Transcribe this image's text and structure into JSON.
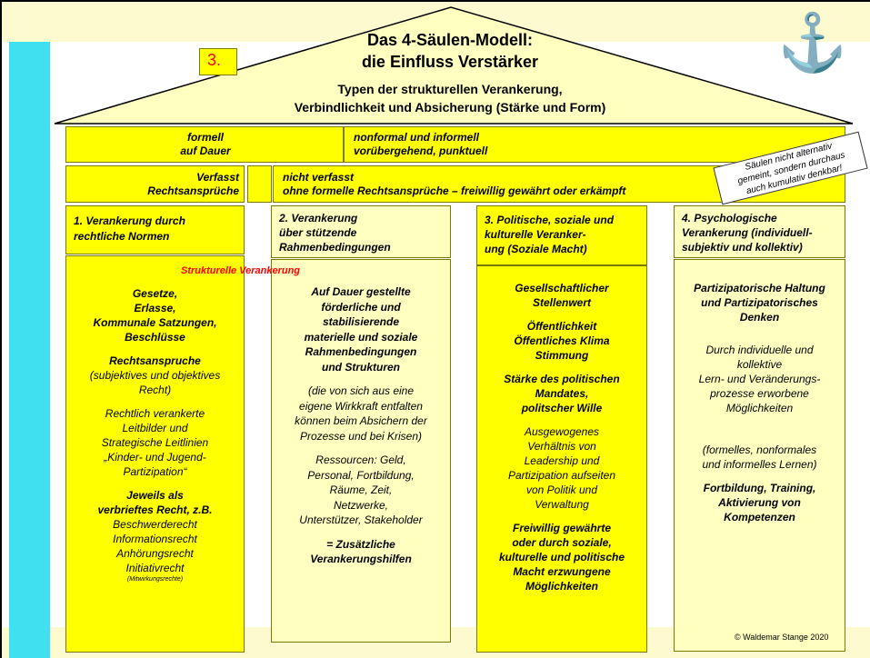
{
  "roof": {
    "number": "3.",
    "title_line1": "Das 4-Säulen-Modell:",
    "title_line2": "die Einfluss Verstärker",
    "subtitle_line1": "Typen der strukturellen Verankerung,",
    "subtitle_line2": "Verbindlichkeit und Absicherung (Stärke und Form)",
    "anchor_glyph": "⚓"
  },
  "row1": {
    "left_line1": "formell",
    "left_line2": "auf Dauer",
    "right_line1": "nonformal und informell",
    "right_line2": "vorübergehend, punktuell"
  },
  "row2": {
    "left_line1": "Verfasst",
    "left_line2": "Rechtsansprüche",
    "right_line1": "nicht verfasst",
    "right_line2": "ohne formelle Rechtsansprüche – freiwillig gewährt oder erkämpft"
  },
  "note": {
    "line1": "Säulen nicht alternativ",
    "line2": "gemeint, sondern durchaus",
    "line3": "auch kumulativ denkbar!"
  },
  "red_label": "Strukturelle Verankerung",
  "pillars": [
    {
      "header": [
        "1. Verankerung durch",
        "rechtliche Normen"
      ],
      "body": [
        {
          "text": "Gesetze,",
          "style": "bi"
        },
        {
          "text": "Erlasse,",
          "style": "bi"
        },
        {
          "text": "Kommunale Satzungen,",
          "style": "bi"
        },
        {
          "text": "Beschlüsse",
          "style": "bi"
        },
        {
          "text": "",
          "style": "gap"
        },
        {
          "text": "Rechtsanspruche",
          "style": "bi"
        },
        {
          "text": "(subjektives und objektives",
          "style": "i"
        },
        {
          "text": "Recht)",
          "style": "i"
        },
        {
          "text": "",
          "style": "gap"
        },
        {
          "text": "Rechtlich verankerte",
          "style": "i"
        },
        {
          "text": "Leitbilder und",
          "style": "i"
        },
        {
          "text": "Strategische Leitlinien",
          "style": "i"
        },
        {
          "text": "„Kinder- und Jugend-",
          "style": "i"
        },
        {
          "text": "Partizipation“",
          "style": "i"
        },
        {
          "text": "",
          "style": "gap"
        },
        {
          "text": "Jeweils als",
          "style": "bi"
        },
        {
          "text": "verbrieftes Recht, z.B.",
          "style": "bi"
        },
        {
          "text": "Beschwerderecht",
          "style": "i"
        },
        {
          "text": "Informationsrecht",
          "style": "i"
        },
        {
          "text": "Anhörungsrecht",
          "style": "i"
        },
        {
          "text": "Initiativrecht",
          "style": "i"
        },
        {
          "text": "(Mitwirkungsrechte)",
          "style": "small"
        }
      ]
    },
    {
      "header": [
        "2. Verankerung",
        "über stützende",
        "Rahmenbedingungen"
      ],
      "body": [
        {
          "text": "Auf Dauer gestellte",
          "style": "bi"
        },
        {
          "text": "förderliche und",
          "style": "bi"
        },
        {
          "text": "stabilisierende",
          "style": "bi"
        },
        {
          "text": "materielle und soziale",
          "style": "bi"
        },
        {
          "text": "Rahmenbedingungen",
          "style": "bi"
        },
        {
          "text": "und Strukturen",
          "style": "bi"
        },
        {
          "text": "",
          "style": "gap"
        },
        {
          "text": "(die von sich aus eine",
          "style": "i"
        },
        {
          "text": "eigene Wirkkraft entfalten",
          "style": "i"
        },
        {
          "text": "können beim Absichern der",
          "style": "i"
        },
        {
          "text": "Prozesse und bei Krisen)",
          "style": "i"
        },
        {
          "text": "",
          "style": "gap"
        },
        {
          "text": "Ressourcen: Geld,",
          "style": "i"
        },
        {
          "text": "Personal, Fortbildung,",
          "style": "i"
        },
        {
          "text": "Räume, Zeit,",
          "style": "i"
        },
        {
          "text": "Netzwerke,",
          "style": "i"
        },
        {
          "text": "Unterstützer, Stakeholder",
          "style": "i"
        },
        {
          "text": "",
          "style": "gap"
        },
        {
          "text": "= Zusätzliche",
          "style": "bi"
        },
        {
          "text": "Verankerungshilfen",
          "style": "bi"
        }
      ]
    },
    {
      "header": [
        "3. Politische, soziale und",
        "kulturelle Veranker-",
        "ung (Soziale Macht)"
      ],
      "body": [
        {
          "text": "Gesellschaftlicher",
          "style": "bi"
        },
        {
          "text": "Stellenwert",
          "style": "bi"
        },
        {
          "text": "",
          "style": "gap"
        },
        {
          "text": "Öffentlichkeit",
          "style": "bi"
        },
        {
          "text": "Öffentliches Klima",
          "style": "bi"
        },
        {
          "text": "Stimmung",
          "style": "bi"
        },
        {
          "text": "",
          "style": "gap"
        },
        {
          "text": "Stärke des politischen",
          "style": "bi"
        },
        {
          "text": "Mandates,",
          "style": "bi"
        },
        {
          "text": "politscher Wille",
          "style": "bi"
        },
        {
          "text": "",
          "style": "gap"
        },
        {
          "text": "Ausgewogenes",
          "style": "i"
        },
        {
          "text": "Verhältnis von",
          "style": "i"
        },
        {
          "text": "Leadership und",
          "style": "i"
        },
        {
          "text": "Partizipation aufseiten",
          "style": "i"
        },
        {
          "text": "von Politik und",
          "style": "i"
        },
        {
          "text": "Verwaltung",
          "style": "i"
        },
        {
          "text": "",
          "style": "gap"
        },
        {
          "text": "Freiwillig gewährte",
          "style": "bi"
        },
        {
          "text": "oder durch soziale,",
          "style": "bi"
        },
        {
          "text": "kulturelle  und politische",
          "style": "bi"
        },
        {
          "text": "Macht erzwungene",
          "style": "bi"
        },
        {
          "text": "Möglichkeiten",
          "style": "bi"
        }
      ]
    },
    {
      "header": [
        "4. Psychologische",
        "Verankerung (individuell-",
        "subjektiv und kollektiv)"
      ],
      "body": [
        {
          "text": "Partizipatorische Haltung",
          "style": "bi"
        },
        {
          "text": "und Partizipatorisches",
          "style": "bi"
        },
        {
          "text": "Denken",
          "style": "bi"
        },
        {
          "text": "",
          "style": "gap"
        },
        {
          "text": "",
          "style": "gap"
        },
        {
          "text": "Durch individuelle und",
          "style": "i"
        },
        {
          "text": "kollektive",
          "style": "i"
        },
        {
          "text": "Lern- und Veränderungs-",
          "style": "i"
        },
        {
          "text": "prozesse erworbene",
          "style": "i"
        },
        {
          "text": "Möglichkeiten",
          "style": "i"
        },
        {
          "text": "",
          "style": "gap"
        },
        {
          "text": "",
          "style": "gap"
        },
        {
          "text": "",
          "style": "gap"
        },
        {
          "text": "(formelles, nonformales",
          "style": "i"
        },
        {
          "text": "und informelles Lernen)",
          "style": "i"
        },
        {
          "text": "",
          "style": "gap"
        },
        {
          "text": "Fortbildung, Training,",
          "style": "bi"
        },
        {
          "text": "Aktivierung von",
          "style": "bi"
        },
        {
          "text": "Kompetenzen",
          "style": "bi"
        }
      ]
    }
  ],
  "copyright": "© Waldemar Stange 2020",
  "colors": {
    "yellow": "#ffff00",
    "light_yellow": "#ffffc0",
    "cyan": "#40e0f0",
    "red": "#ff0000"
  }
}
